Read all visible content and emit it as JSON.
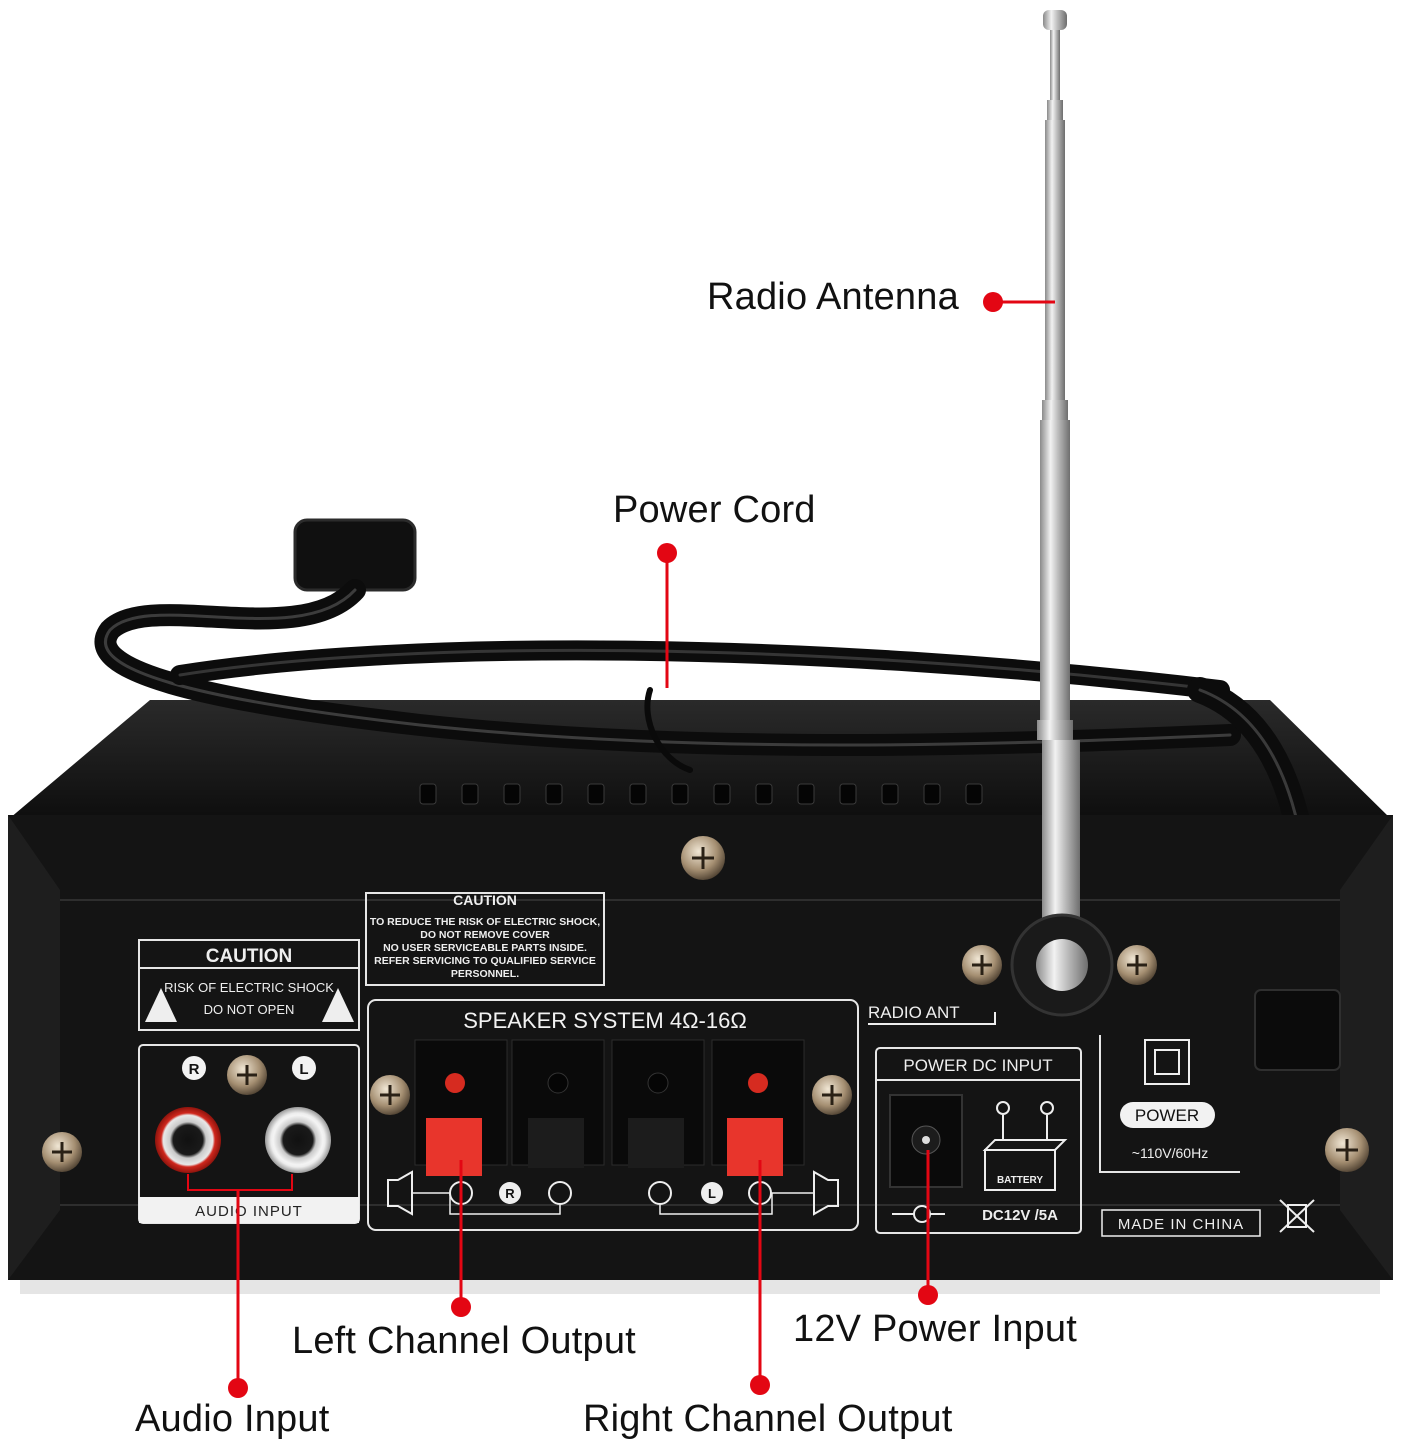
{
  "callouts": {
    "radio_antenna": "Radio Antenna",
    "power_cord": "Power Cord",
    "left_channel_output": "Left Channel Output",
    "audio_input": "Audio Input",
    "power_input_12v": "12V Power Input",
    "right_channel_output": "Right Channel Output"
  },
  "panel": {
    "caution_left_title": "CAUTION",
    "caution_left_line1": "RISK OF ELECTRIC SHOCK",
    "caution_left_line2": "DO NOT OPEN",
    "caution_top_title": "CAUTION",
    "caution_top_lines": [
      "TO REDUCE THE RISK OF ELECTRIC SHOCK,",
      "DO NOT REMOVE COVER",
      "NO USER SERVICEABLE PARTS INSIDE.",
      "REFER SERVICING TO QUALIFIED SERVICE",
      "PERSONNEL."
    ],
    "speaker_system": "SPEAKER SYSTEM 4Ω-16Ω",
    "audio_input_label": "AUDIO INPUT",
    "rca_right": "R",
    "rca_left": "L",
    "spk_r": "R",
    "spk_l": "L",
    "radio_ant": "RADIO ANT",
    "power_dc_input": "POWER DC INPUT",
    "battery": "BATTERY",
    "dc_rating": "DC12V /5A",
    "power": "POWER",
    "ac_rating": "~110V/60Hz",
    "made_in": "MADE IN CHINA"
  },
  "colors": {
    "accent_red": "#e30613",
    "chassis": "#141414",
    "terminal_red": "#e8352c"
  }
}
